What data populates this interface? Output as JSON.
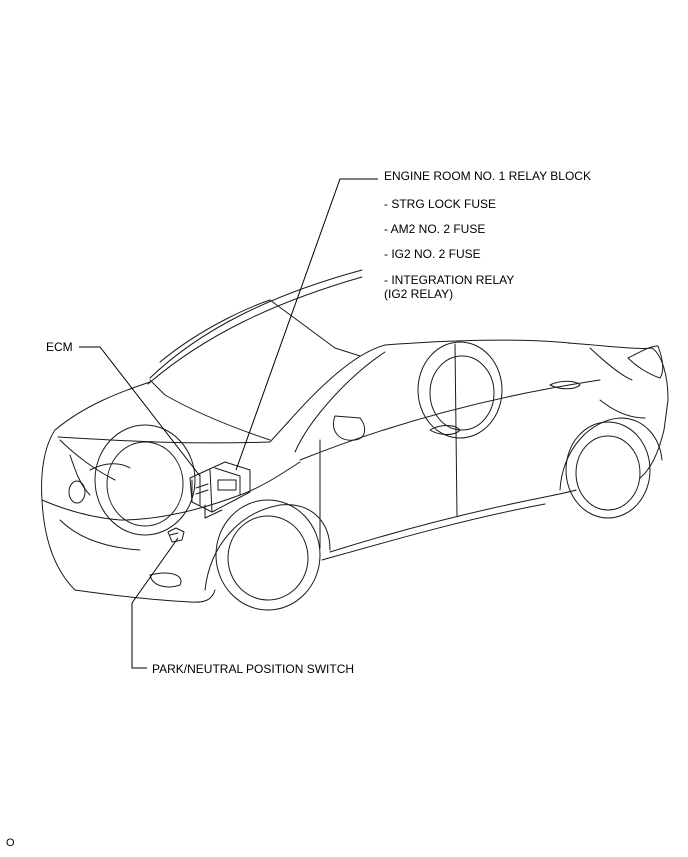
{
  "labels": {
    "relay_block": "ENGINE ROOM NO. 1 RELAY BLOCK",
    "fuse_strg": "- STRG LOCK FUSE",
    "fuse_am2": "- AM2 NO. 2 FUSE",
    "fuse_ig2": "- IG2 NO. 2 FUSE",
    "integration_relay": "- INTEGRATION RELAY",
    "ig2_relay": "(IG2 RELAY)",
    "ecm": "ECM",
    "park_neutral_switch": "PARK/NEUTRAL POSITION SWITCH",
    "corner_mark": "O"
  }
}
